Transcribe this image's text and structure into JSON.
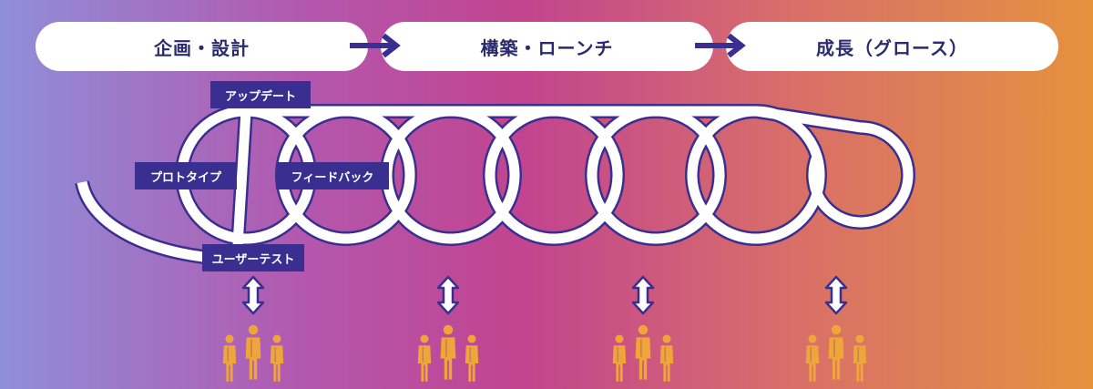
{
  "phases": [
    {
      "label": "企画・設計"
    },
    {
      "label": "構築・ローンチ"
    },
    {
      "label": "成長（グロース）"
    }
  ],
  "cycle_labels": {
    "update": "アップデート",
    "prototype": "プロトタイプ",
    "feedback": "フィードバック",
    "user_test": "ユーザーテスト"
  },
  "user_groups": 4,
  "colors": {
    "navy": "#3a2f90",
    "person": "#f0a53a",
    "coil": "#ffffff"
  },
  "icons": {
    "phase_arrow": "arrow-right-icon",
    "exchange": "double-arrow-vertical-icon",
    "users": "user-group-icon"
  }
}
